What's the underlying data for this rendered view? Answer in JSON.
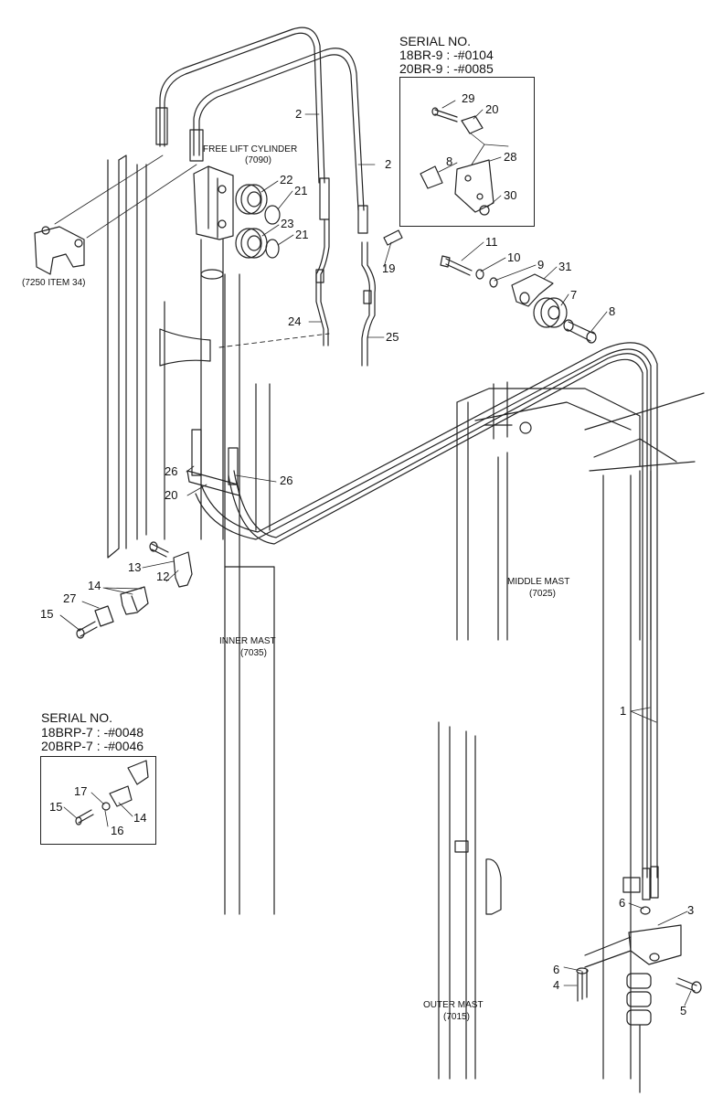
{
  "captions": {
    "free_lift_cylinder": "FREE LIFT CYLINDER",
    "free_lift_code": "(7090)",
    "item_ref": "(7250 ITEM 34)",
    "inner_mast": "INNER MAST",
    "inner_mast_code": "(7035)",
    "middle_mast": "MIDDLE MAST",
    "middle_mast_code": "(7025)",
    "outer_mast": "OUTER MAST",
    "outer_mast_code": "(7015)"
  },
  "serial_top": {
    "title": "SERIAL NO.",
    "line1": "18BR-9 : -#0104",
    "line2": "20BR-9 : -#0085"
  },
  "serial_bottom": {
    "title": "SERIAL NO.",
    "line1": "18BRP-7 : -#0048",
    "line2": "20BRP-7 : -#0046"
  },
  "callouts": {
    "c2a": "2",
    "c2b": "2",
    "c22": "22",
    "c21a": "21",
    "c23": "23",
    "c21b": "21",
    "c19": "19",
    "c24": "24",
    "c25": "25",
    "c11": "11",
    "c10": "10",
    "c9": "9",
    "c31": "31",
    "c7": "7",
    "c8a": "8",
    "c29": "29",
    "c20a": "20",
    "c8b": "8",
    "c28": "28",
    "c30": "30",
    "c26a": "26",
    "c20b": "20",
    "c26b": "26",
    "c13": "13",
    "c12": "12",
    "c14a": "14",
    "c27": "27",
    "c15a": "15",
    "c17": "17",
    "c15b": "15",
    "c16": "16",
    "c14b": "14",
    "c1": "1",
    "c3": "3",
    "c6a": "6",
    "c6b": "6",
    "c4": "4",
    "c5": "5"
  }
}
